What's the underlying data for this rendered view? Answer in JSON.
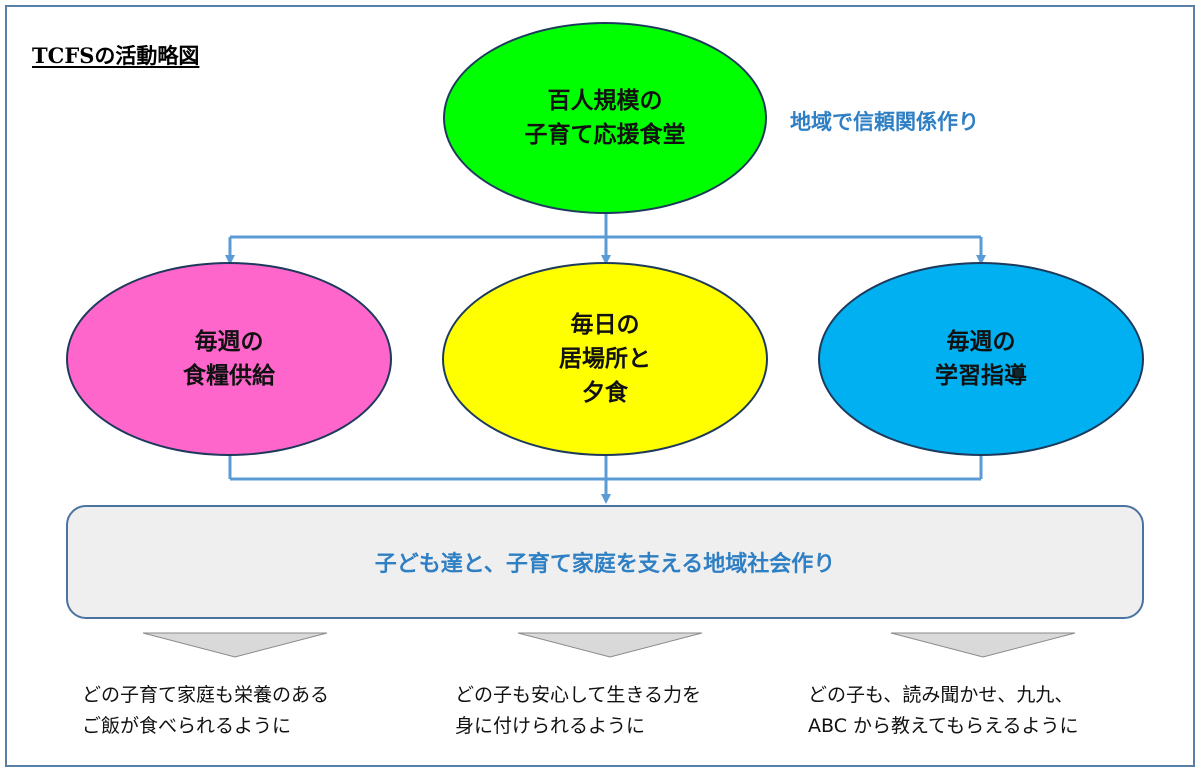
{
  "title": "TCFSの活動略図",
  "top_node": {
    "label": "百人規模の\n子育て応援食堂"
  },
  "side_note": "地域で信頼関係作り",
  "activities": [
    {
      "label": "毎週の\n食糧供給",
      "color": "#ff66cc"
    },
    {
      "label": "毎日の\n居場所と\n夕食",
      "color": "#ffff00"
    },
    {
      "label": "毎週の\n学習指導",
      "color": "#00b0f0"
    }
  ],
  "goal": "子ども達と、子育て家庭を支える地域社会作り",
  "outcomes": [
    "どの子育て家庭も栄養のある\nご飯が食べられるように",
    "どの子も安心して生きる力を\n身に付けられるように",
    "どの子も、読み聞かせ、九九、\nABC から教えてもらえるように"
  ],
  "colors": {
    "top_node": "#00ff00",
    "connector": "#5b9bd5",
    "accent_text": "#2e7fc4",
    "banner_fill": "#efefef",
    "chevron": "#d9d9d9"
  }
}
